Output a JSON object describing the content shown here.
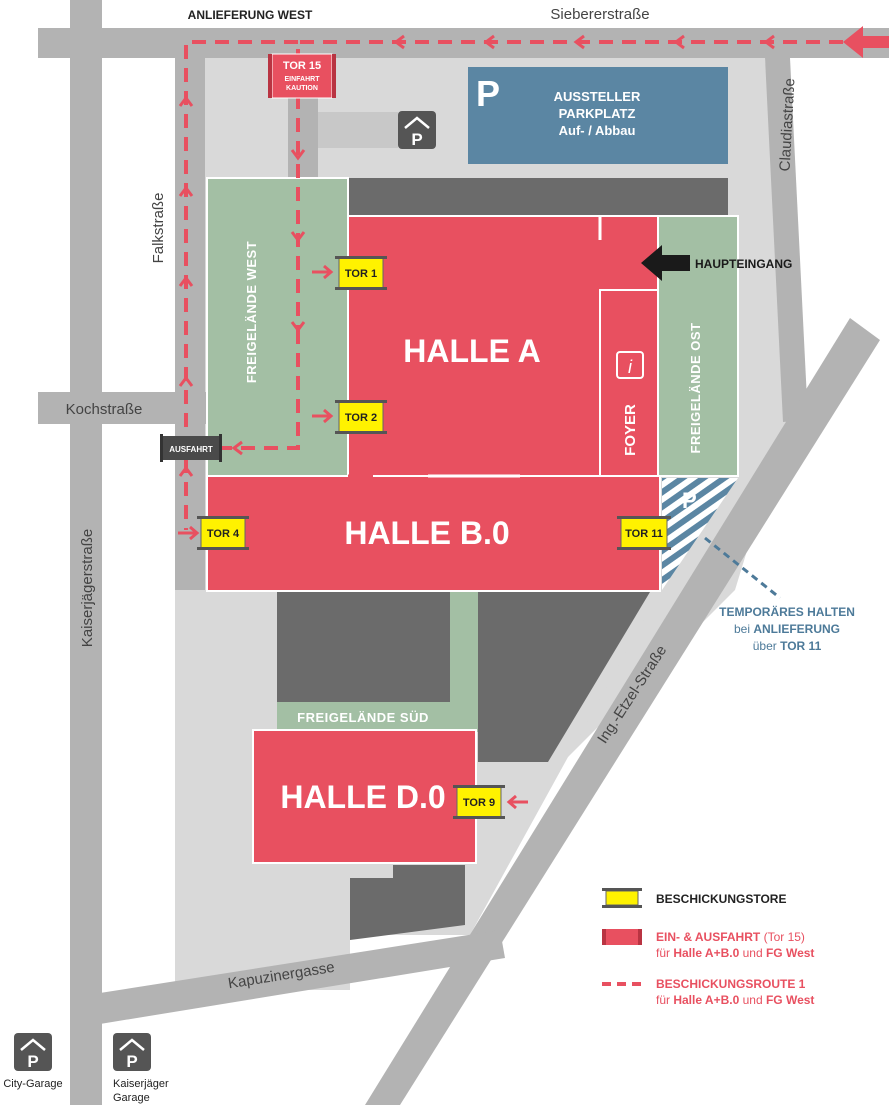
{
  "colors": {
    "road": "#b3b3b3",
    "site": "#d9d9d9",
    "hall": "#e85060",
    "outdoor": "#a3bfa4",
    "dark_building": "#6b6b6b",
    "parking_blue": "#5b86a3",
    "gate_yellow": "#fff200",
    "route_red": "#e85060",
    "label_blue": "#4d7a99",
    "arrow_black": "#1a1a1a"
  },
  "streets": {
    "top_left_label": "ANLIEFERUNG WEST",
    "siebererstrasse": "Siebererstraße",
    "claudiastrasse": "Claudiastraße",
    "falkstrasse": "Falkstraße",
    "kochstrasse": "Kochstraße",
    "kaiserjaegerstrasse": "Kaiserjägerstraße",
    "ing_etzel_strasse": "Ing.-Etzel-Straße",
    "kapuzinergasse": "Kapuzinergasse"
  },
  "areas": {
    "halle_a": "HALLE A",
    "halle_b0": "HALLE B.0",
    "halle_d0": "HALLE D.0",
    "foyer": "FOYER",
    "freigelaende_west": "FREIGELÄNDE WEST",
    "freigelaende_ost": "FREIGELÄNDE OST",
    "freigelaende_sued": "FREIGELÄNDE SÜD",
    "info_symbol": "i"
  },
  "parking": {
    "letter": "P",
    "aussteller_line1": "AUSSTELLER",
    "aussteller_line2": "PARKPLATZ",
    "aussteller_line3": "Auf- / Abbau"
  },
  "gates": {
    "tor15": "TOR 15",
    "tor15_sub1": "EINFAHRT",
    "tor15_sub2": "KAUTION",
    "tor1": "TOR 1",
    "tor2": "TOR 2",
    "tor4": "TOR 4",
    "tor9": "TOR 9",
    "tor11": "TOR 11",
    "ausfahrt": "AUSFAHRT"
  },
  "haupteingang": "HAUPTEINGANG",
  "temp_halt": {
    "line1": "TEMPORÄRES HALTEN",
    "line2_prefix": "bei ",
    "line2_bold": "ANLIEFERUNG",
    "line3_prefix": "über ",
    "line3_bold": "TOR 11"
  },
  "garages": {
    "city": "City-Garage",
    "kaiserjaeger_line1": "Kaiserjäger",
    "kaiserjaeger_line2": "Garage"
  },
  "legend": {
    "beschickungstore": "BESCHICKUNGSTORE",
    "einfahrt_bold": "EIN- & AUSFAHRT",
    "einfahrt_normal": " (Tor 15)",
    "einfahrt_line2_prefix": "für ",
    "einfahrt_line2_bold1": "Halle A+B.0",
    "einfahrt_line2_mid": " und ",
    "einfahrt_line2_bold2": "FG West",
    "route_bold": "BESCHICKUNGSROUTE 1",
    "route_line2_prefix": "für ",
    "route_line2_bold1": "Halle A+B.0",
    "route_line2_mid": " und ",
    "route_line2_bold2": "FG West"
  }
}
